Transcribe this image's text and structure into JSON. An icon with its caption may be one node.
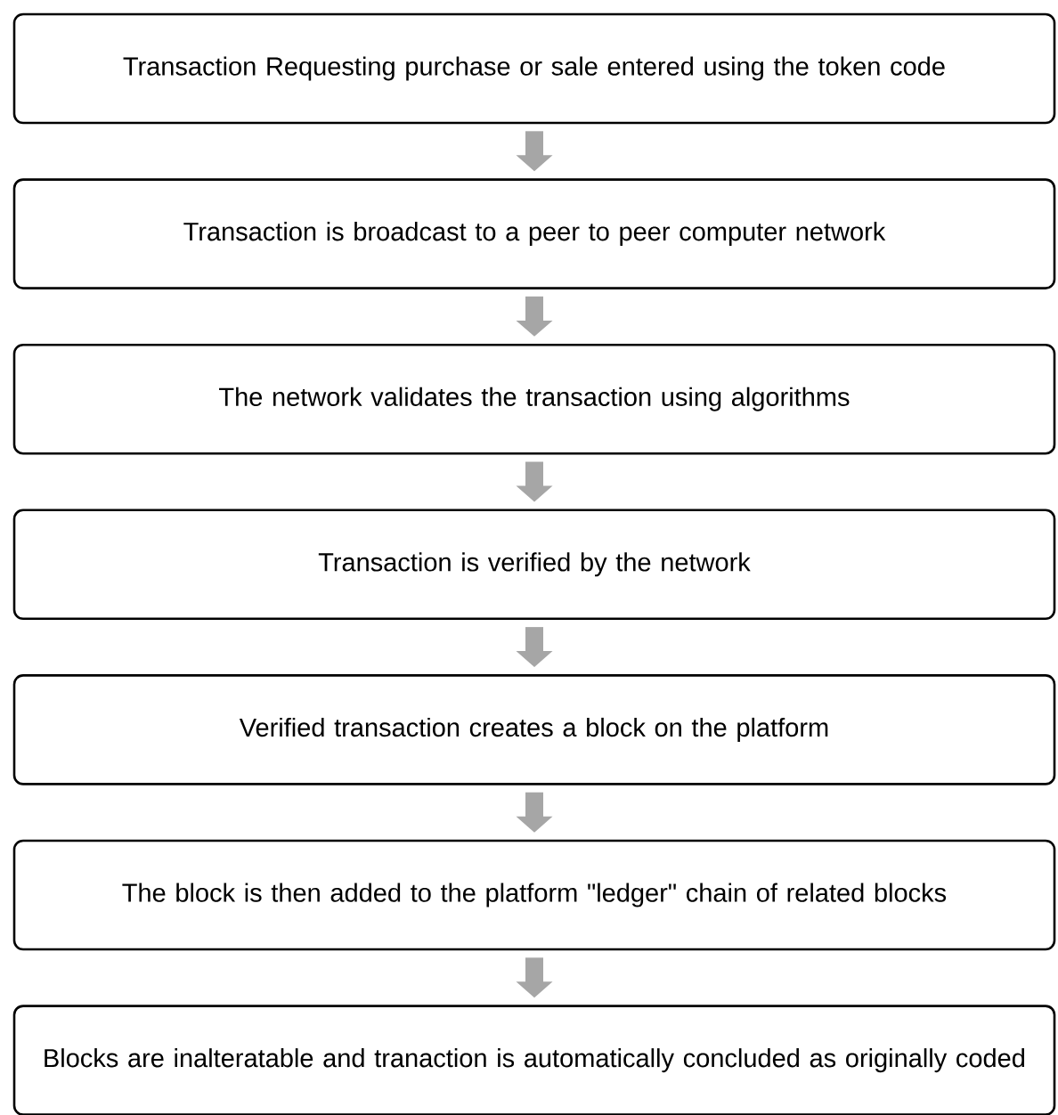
{
  "diagram": {
    "nodes": [
      {
        "text": [
          "Transaction  Requesting purchase or sale entered using the token code"
        ]
      },
      {
        "text": [
          "Transaction is broadcast to a peer to peer computer network"
        ]
      },
      {
        "text": [
          "The network validates the transaction using algorithms"
        ]
      },
      {
        "text": [
          "Transaction is verified by the network"
        ]
      },
      {
        "text": [
          "Verified transaction creates a block on the platform"
        ]
      },
      {
        "text": [
          "The block is then added to the platform \"ledger\" chain of related blocks"
        ]
      },
      {
        "text": [
          "Blocks are inalteratable and tranaction is automatically concluded as originally coded"
        ]
      }
    ],
    "edges": [
      {
        "from": 0,
        "to": 1,
        "arrow": "to"
      },
      {
        "from": 1,
        "to": 2,
        "arrow": "to"
      },
      {
        "from": 2,
        "to": 3,
        "arrow": "to"
      },
      {
        "from": 3,
        "to": 4,
        "arrow": "to"
      },
      {
        "from": 4,
        "to": 5,
        "arrow": "to"
      },
      {
        "from": 5,
        "to": 6,
        "arrow": "to"
      }
    ]
  }
}
